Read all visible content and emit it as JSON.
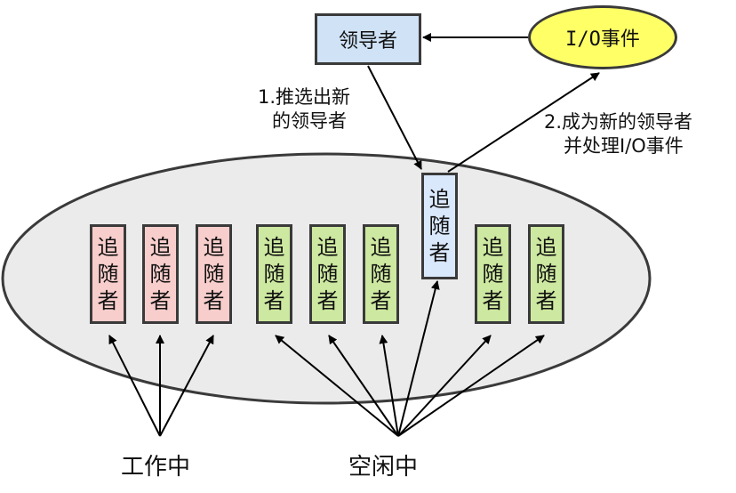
{
  "leader": {
    "label": "领导者"
  },
  "io_event": {
    "label": "I/O事件"
  },
  "step1": {
    "line1": "1.推选出新",
    "line2": "的领导者"
  },
  "step2": {
    "line1": "2.成为新的领导者",
    "line2": "并处理I/O事件"
  },
  "follower": {
    "chars": [
      "追",
      "随",
      "者"
    ]
  },
  "groups": {
    "working": "工作中",
    "idle": "空闲中"
  },
  "colors": {
    "working": "#f8cecc",
    "idle": "#cde8a0",
    "promoted": "#dae8fc",
    "leader": "#cfe2f6",
    "io_event": "#ffff66",
    "pool": "#ebebeb"
  }
}
